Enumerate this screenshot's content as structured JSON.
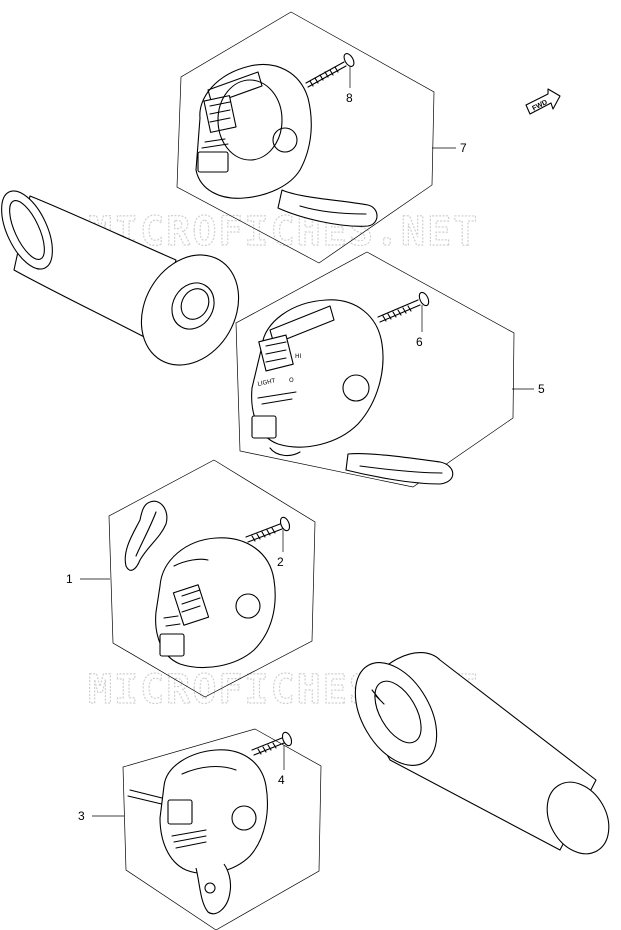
{
  "watermark": "MICROFICHES.NET",
  "fwd_label": "FWD",
  "callouts": [
    {
      "id": "callout-7",
      "label": "7"
    },
    {
      "id": "callout-8",
      "label": "8"
    },
    {
      "id": "callout-6",
      "label": "6"
    },
    {
      "id": "callout-5",
      "label": "5"
    },
    {
      "id": "callout-2",
      "label": "2"
    },
    {
      "id": "callout-1",
      "label": "1"
    },
    {
      "id": "callout-4",
      "label": "4"
    },
    {
      "id": "callout-3",
      "label": "3"
    }
  ],
  "switch_markings": {
    "hi": "HI",
    "light": "LIGHT",
    "off": "O"
  }
}
